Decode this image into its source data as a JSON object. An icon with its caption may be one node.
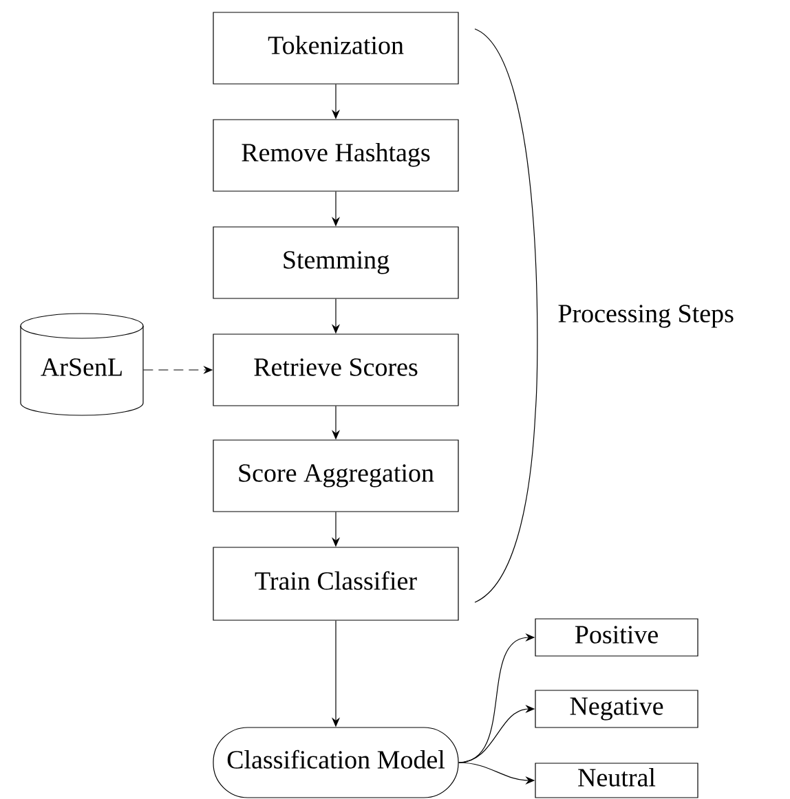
{
  "diagram": {
    "nodes": [
      {
        "text": [
          "Tokenization"
        ]
      },
      {
        "text": [
          "Remove Hashtags"
        ]
      },
      {
        "text": [
          "Stemming"
        ]
      },
      {
        "text": [
          "ArSenL"
        ]
      },
      {
        "text": [
          "Retrieve Scores"
        ]
      },
      {
        "text": [
          "Score Aggregation"
        ]
      },
      {
        "text": [
          "Train Classifier"
        ]
      },
      {
        "text": [
          "Classification Model"
        ]
      },
      {
        "text": [
          "Positive"
        ]
      },
      {
        "text": [
          "Negative"
        ]
      },
      {
        "text": [
          "Neutral"
        ]
      }
    ],
    "edges": [
      {
        "from": 0,
        "to": 1,
        "arrow": "to"
      },
      {
        "from": 1,
        "to": 2,
        "arrow": "to"
      },
      {
        "from": 2,
        "to": 4,
        "arrow": "to"
      },
      {
        "from": 3,
        "to": 4,
        "arrow": "to",
        "style": "dashed"
      },
      {
        "from": 4,
        "to": 5,
        "arrow": "to"
      },
      {
        "from": 5,
        "to": 6,
        "arrow": "to"
      },
      {
        "from": 6,
        "to": 7,
        "arrow": "to"
      },
      {
        "from": 7,
        "to": 8,
        "arrow": "to"
      },
      {
        "from": 7,
        "to": 9,
        "arrow": "to"
      },
      {
        "from": 7,
        "to": 10,
        "arrow": "to"
      }
    ],
    "labels": [
      "Processing Steps"
    ]
  }
}
